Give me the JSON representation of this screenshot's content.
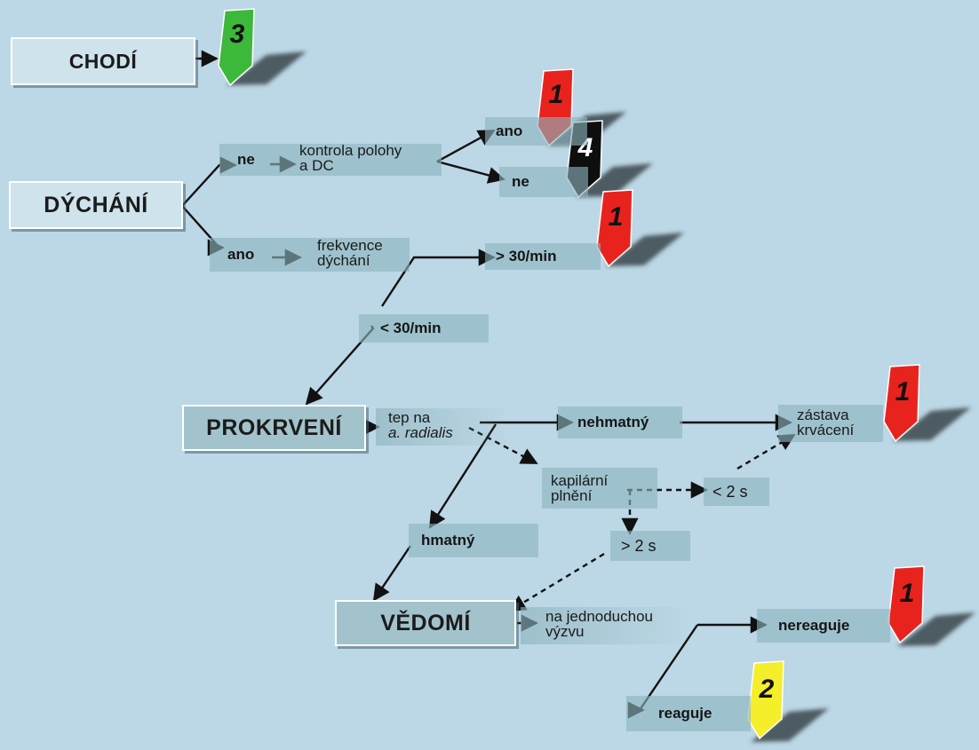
{
  "nodes": {
    "chodi": "CHODÍ",
    "dychani": "DÝCHÁNÍ",
    "prokrveni": "PROKRVENÍ",
    "vedomi": "VĚDOMÍ",
    "ne": "ne",
    "kontrola_line1": "kontrola polohy",
    "kontrola_line2": "a DC",
    "ano_top": "ano",
    "ne_right": "ne",
    "ano_left": "ano",
    "frekvence_line1": "frekvence",
    "frekvence_line2": "dýchání",
    "over30": "> 30/min",
    "under30": "< 30/min",
    "tep_line1": "tep na",
    "tep_line2": "a. radialis",
    "nehmatny": "nehmatný",
    "zastava_line1": "zástava",
    "zastava_line2": "krvácení",
    "kapilarni_line1": "kapilární",
    "kapilarni_line2": "plnění",
    "lt2s": "< 2 s",
    "gt2s": "> 2 s",
    "hmatny": "hmatný",
    "vyzva_line1": "na jednoduchou",
    "vyzva_line2": "výzvu",
    "nereaguje": "nereaguje",
    "reaguje": "reaguje"
  },
  "tags": {
    "chodi": {
      "label": "3",
      "color": "#3cb83a"
    },
    "ano": {
      "label": "1",
      "color": "#e8231e"
    },
    "ne": {
      "label": "4",
      "color": "#0e0e0e"
    },
    "over30": {
      "label": "1",
      "color": "#e8231e"
    },
    "zastava": {
      "label": "1",
      "color": "#e8231e"
    },
    "nereaguje": {
      "label": "1",
      "color": "#e8231e"
    },
    "reaguje": {
      "label": "2",
      "color": "#f5ee2a"
    }
  },
  "colors": {
    "background": "#bcd7e5",
    "box": "#cfe3ec",
    "arrow": "#111111"
  }
}
